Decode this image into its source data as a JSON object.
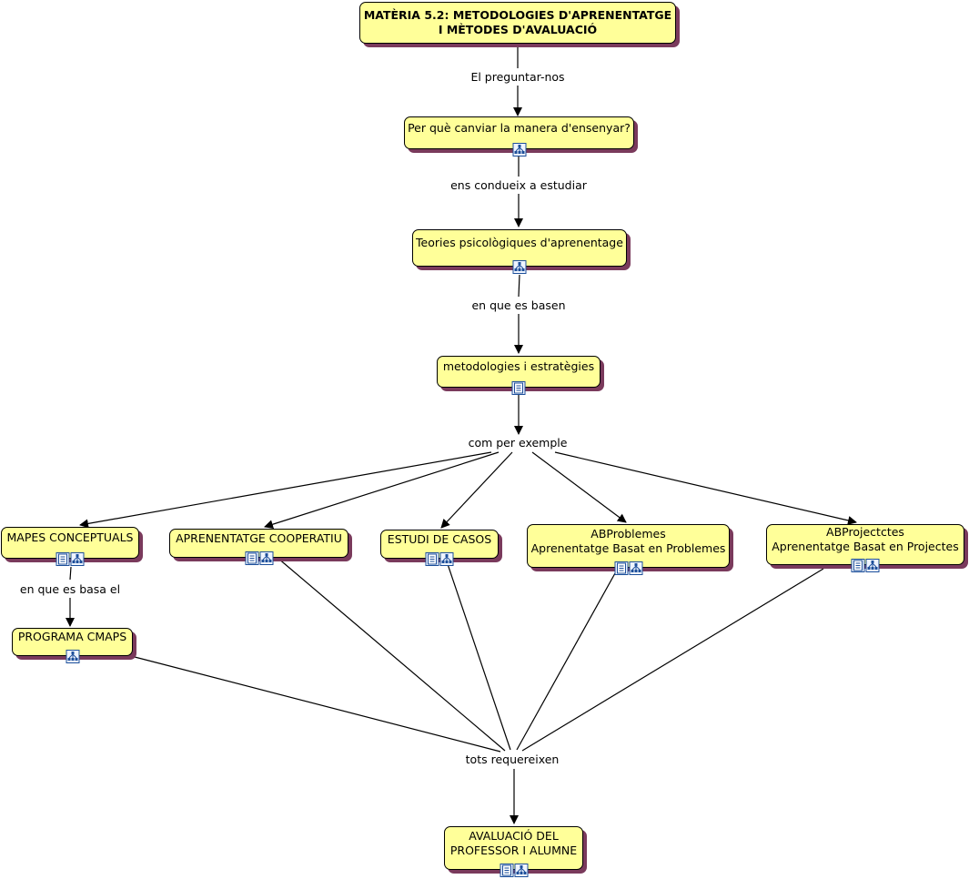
{
  "nodes": {
    "title": "MATÈRIA 5.2: METODOLOGIES D'APRENENTATGE\nI MÈTODES D'AVALUACIÓ",
    "q": "Per què canviar la manera d'ensenyar?",
    "teories": "Teories psicològiques d'aprenentage",
    "metod": "metodologies i estratègies",
    "mapes": "MAPES CONCEPTUALS",
    "coop": "APRENENTATGE COOPERATIU",
    "casos": "ESTUDI DE CASOS",
    "abp": "ABProblemes\nAprenentatge Basat en Problemes",
    "abpj": "ABProjectctes\nAprenentatge Basat en Projectes",
    "cmaps": "PROGRAMA CMAPS",
    "aval": "AVALUACIÓ DEL\nPROFESSOR I ALUMNE"
  },
  "links": {
    "l1": "El preguntar-nos",
    "l2": "ens condueix a estudiar",
    "l3": "en que es basen",
    "l4": "com per exemple",
    "l5": "en que es basa el",
    "l6": "tots requereixen"
  },
  "icons": {
    "doc": "document-icon",
    "map": "concept-map-icon"
  }
}
